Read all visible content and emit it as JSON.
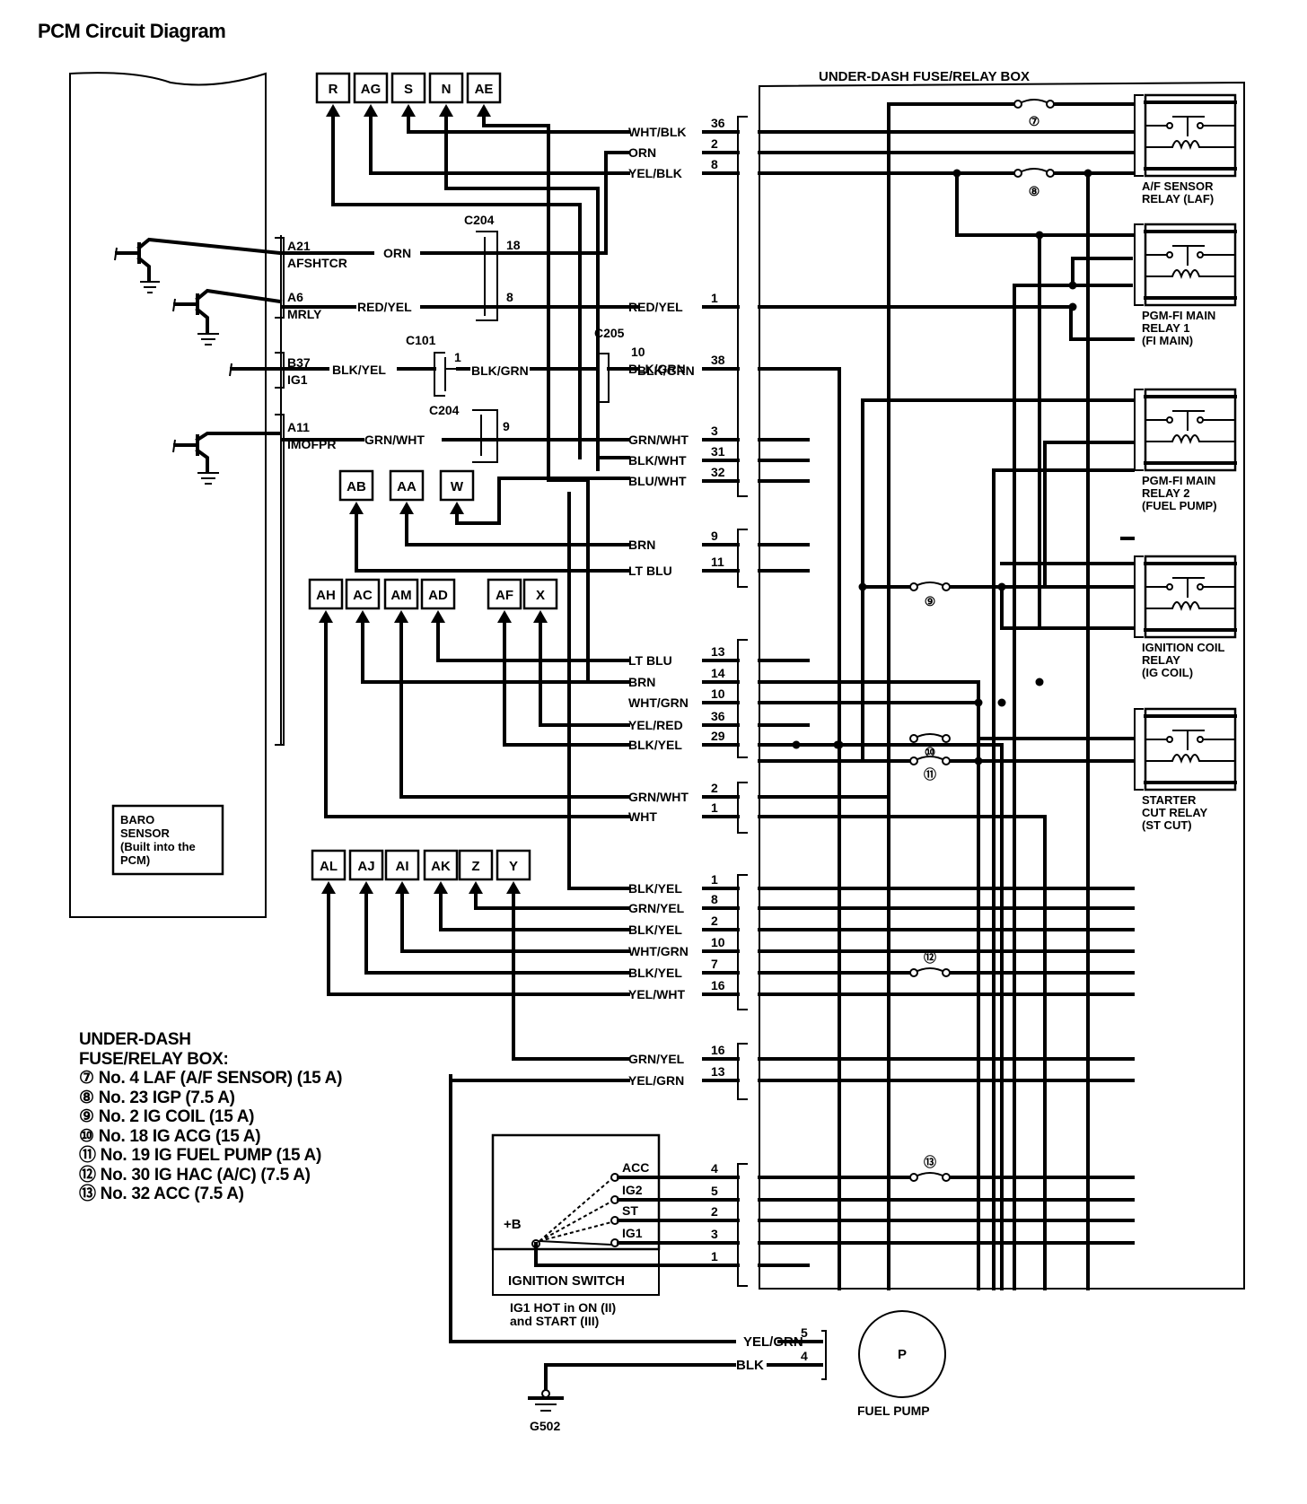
{
  "title": "PCM Circuit Diagram",
  "fuse_box_title": "UNDER-DASH FUSE/RELAY BOX",
  "baro_sensor": [
    "BARO",
    "SENSOR",
    "(Built into the",
    "PCM)"
  ],
  "pcm_pins": [
    {
      "pin": "A21",
      "name": "AFSHTCR",
      "wire": "ORN"
    },
    {
      "pin": "A6",
      "name": "MRLY",
      "wire": "RED/YEL"
    },
    {
      "pin": "B37",
      "name": "IG1",
      "wire": "BLK/YEL"
    },
    {
      "pin": "A11",
      "name": "IMOFPR",
      "wire": "GRN/WHT"
    }
  ],
  "connectors": {
    "c204_top": {
      "label": "C204",
      "pins": [
        "18",
        "8"
      ]
    },
    "c101": {
      "label": "C101",
      "pin": "1",
      "wire": "BLK/GRN"
    },
    "c205": {
      "label": "C205",
      "pin": "10",
      "wire": "BLK/GRN"
    },
    "c204_bottom": {
      "label": "C204",
      "pin": "9"
    }
  },
  "terminals": {
    "row1": [
      "R",
      "AG",
      "S",
      "N",
      "AE"
    ],
    "row2": [
      "AB",
      "AA",
      "W"
    ],
    "row3": [
      "AH",
      "AC",
      "AM",
      "AD",
      "AF",
      "X"
    ],
    "row4": [
      "AL",
      "AJ",
      "AI",
      "AK",
      "Z",
      "Y"
    ]
  },
  "fuse_box_wires": {
    "group1": [
      {
        "wire": "WHT/BLK",
        "pin": "36"
      },
      {
        "wire": "ORN",
        "pin": "2"
      },
      {
        "wire": "YEL/BLK",
        "pin": "8"
      },
      {
        "wire": "RED/YEL",
        "pin": "1"
      },
      {
        "wire": "BLK/GRN",
        "pin": "38"
      },
      {
        "wire": "GRN/WHT",
        "pin": "3"
      },
      {
        "wire": "BLK/WHT",
        "pin": "31"
      },
      {
        "wire": "BLU/WHT",
        "pin": "32"
      }
    ],
    "group2": [
      {
        "wire": "BRN",
        "pin": "9"
      },
      {
        "wire": "LT BLU",
        "pin": "11"
      }
    ],
    "group3": [
      {
        "wire": "LT BLU",
        "pin": "13"
      },
      {
        "wire": "BRN",
        "pin": "14"
      },
      {
        "wire": "WHT/GRN",
        "pin": "10"
      },
      {
        "wire": "YEL/RED",
        "pin": "36"
      },
      {
        "wire": "BLK/YEL",
        "pin": "29"
      }
    ],
    "group4": [
      {
        "wire": "GRN/WHT",
        "pin": "2"
      },
      {
        "wire": "WHT",
        "pin": "1"
      }
    ],
    "group5": [
      {
        "wire": "BLK/YEL",
        "pin": "1"
      },
      {
        "wire": "GRN/YEL",
        "pin": "8"
      },
      {
        "wire": "BLK/YEL",
        "pin": "2"
      },
      {
        "wire": "WHT/GRN",
        "pin": "10"
      },
      {
        "wire": "BLK/YEL",
        "pin": "7"
      },
      {
        "wire": "YEL/WHT",
        "pin": "16"
      }
    ],
    "group6": [
      {
        "wire": "GRN/YEL",
        "pin": "16"
      },
      {
        "wire": "YEL/GRN",
        "pin": "13"
      }
    ],
    "group7": [
      {
        "pin": "4"
      },
      {
        "pin": "5"
      },
      {
        "pin": "2"
      },
      {
        "pin": "3"
      },
      {
        "pin": "1"
      }
    ]
  },
  "fuses": [
    "⑦",
    "⑧",
    "⑨",
    "⑩",
    "⑪",
    "⑫",
    "⑬"
  ],
  "relays": [
    [
      "A/F SENSOR",
      "RELAY (LAF)"
    ],
    [
      "PGM-FI MAIN",
      "RELAY 1",
      "(FI MAIN)"
    ],
    [
      "PGM-FI MAIN",
      "RELAY 2",
      "(FUEL PUMP)"
    ],
    [
      "IGNITION COIL",
      "RELAY",
      "(IG COIL)"
    ],
    [
      "STARTER",
      "CUT RELAY",
      "(ST CUT)"
    ]
  ],
  "ignition_switch": {
    "label": "IGNITION SWITCH",
    "battery": "+B",
    "positions": [
      "ACC",
      "IG2",
      "ST",
      "IG1"
    ],
    "note": [
      "IG1 HOT in ON (II)",
      "and START (III)"
    ]
  },
  "fuel_pump": {
    "label": "FUEL PUMP",
    "symbol": "P",
    "wires": [
      {
        "wire": "YEL/GRN",
        "pin": "5"
      },
      {
        "wire": "BLK",
        "pin": "4"
      }
    ]
  },
  "ground": {
    "label": "G502"
  },
  "legend": {
    "heading": [
      "UNDER-DASH",
      "FUSE/RELAY BOX:"
    ],
    "items": [
      "⑦ No. 4 LAF (A/F SENSOR) (15 A)",
      "⑧ No. 23 IGP (7.5 A)",
      "⑨ No. 2 IG COIL (15 A)",
      "⑩ No. 18 IG ACG (15 A)",
      "⑪ No. 19 IG FUEL PUMP (15 A)",
      "⑫ No. 30 IG HAC (A/C) (7.5 A)",
      "⑬ No. 32 ACC (7.5 A)"
    ]
  }
}
